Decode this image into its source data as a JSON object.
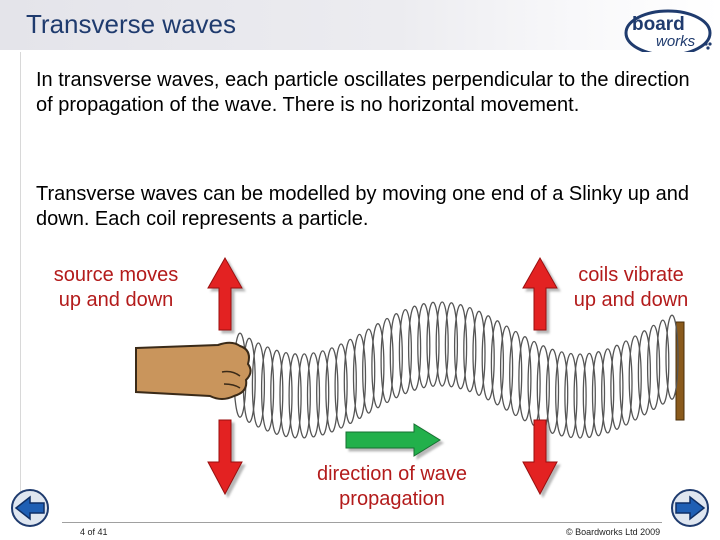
{
  "slide": {
    "title": "Transverse waves",
    "paragraph1": "In transverse waves, each particle oscillates perpendicular to the direction of propagation of the wave. There is no horizontal movement.",
    "paragraph2": "Transverse waves can be modelled by moving one end of a Slinky up and down. Each coil represents a particle."
  },
  "logo": {
    "word1": "board",
    "word2": "works"
  },
  "diagram": {
    "source_label_line1": "source moves",
    "source_label_line2": "up and down",
    "coils_label_line1": "coils vibrate",
    "coils_label_line2": "up and down",
    "direction_label_line1": "direction of wave",
    "direction_label_line2": "propagation"
  },
  "footer": {
    "page": "4 of 41",
    "copyright": "© Boardworks Ltd 2009"
  },
  "colors": {
    "title": "#1f3b6e",
    "label_red": "#b31b1b",
    "arrow_red": "#e32222",
    "arrow_green": "#22b04b",
    "hand": "#c9955c",
    "wall": "#8a5a1c",
    "coil": "#555555"
  }
}
